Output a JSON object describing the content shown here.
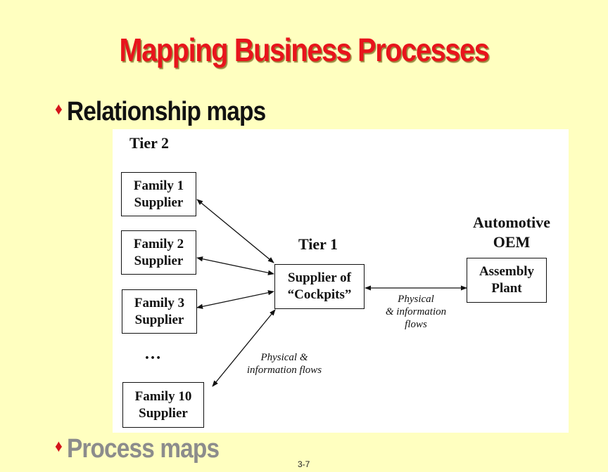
{
  "slide": {
    "title": "Mapping Business Processes",
    "bullets": [
      {
        "icon": "diamond-bullet-icon",
        "text": "Relationship maps"
      },
      {
        "icon": "diamond-bullet-icon",
        "text": "Process maps"
      }
    ],
    "page_number": "3-7"
  },
  "diagram": {
    "tier2_label": "Tier 2",
    "tier1_label": "Tier 1",
    "oem_label_line1": "Automotive",
    "oem_label_line2": "OEM",
    "suppliers": [
      {
        "line1": "Family 1",
        "line2": "Supplier"
      },
      {
        "line1": "Family 2",
        "line2": "Supplier"
      },
      {
        "line1": "Family 3",
        "line2": "Supplier"
      },
      {
        "line1": "Family 10",
        "line2": "Supplier"
      }
    ],
    "ellipsis": "…",
    "cockpit_line1": "Supplier of",
    "cockpit_line2": "“Cockpits”",
    "plant_line1": "Assembly",
    "plant_line2": "Plant",
    "flow_left_line1": "Physical &",
    "flow_left_line2": "information flows",
    "flow_right_line1": "Physical",
    "flow_right_line2": "& information",
    "flow_right_line3": "flows"
  },
  "colors": {
    "background": "#ffffc0",
    "title": "#e8141c",
    "bullet_icon": "#d4141a",
    "inactive_bullet": "#8c8c8c"
  }
}
